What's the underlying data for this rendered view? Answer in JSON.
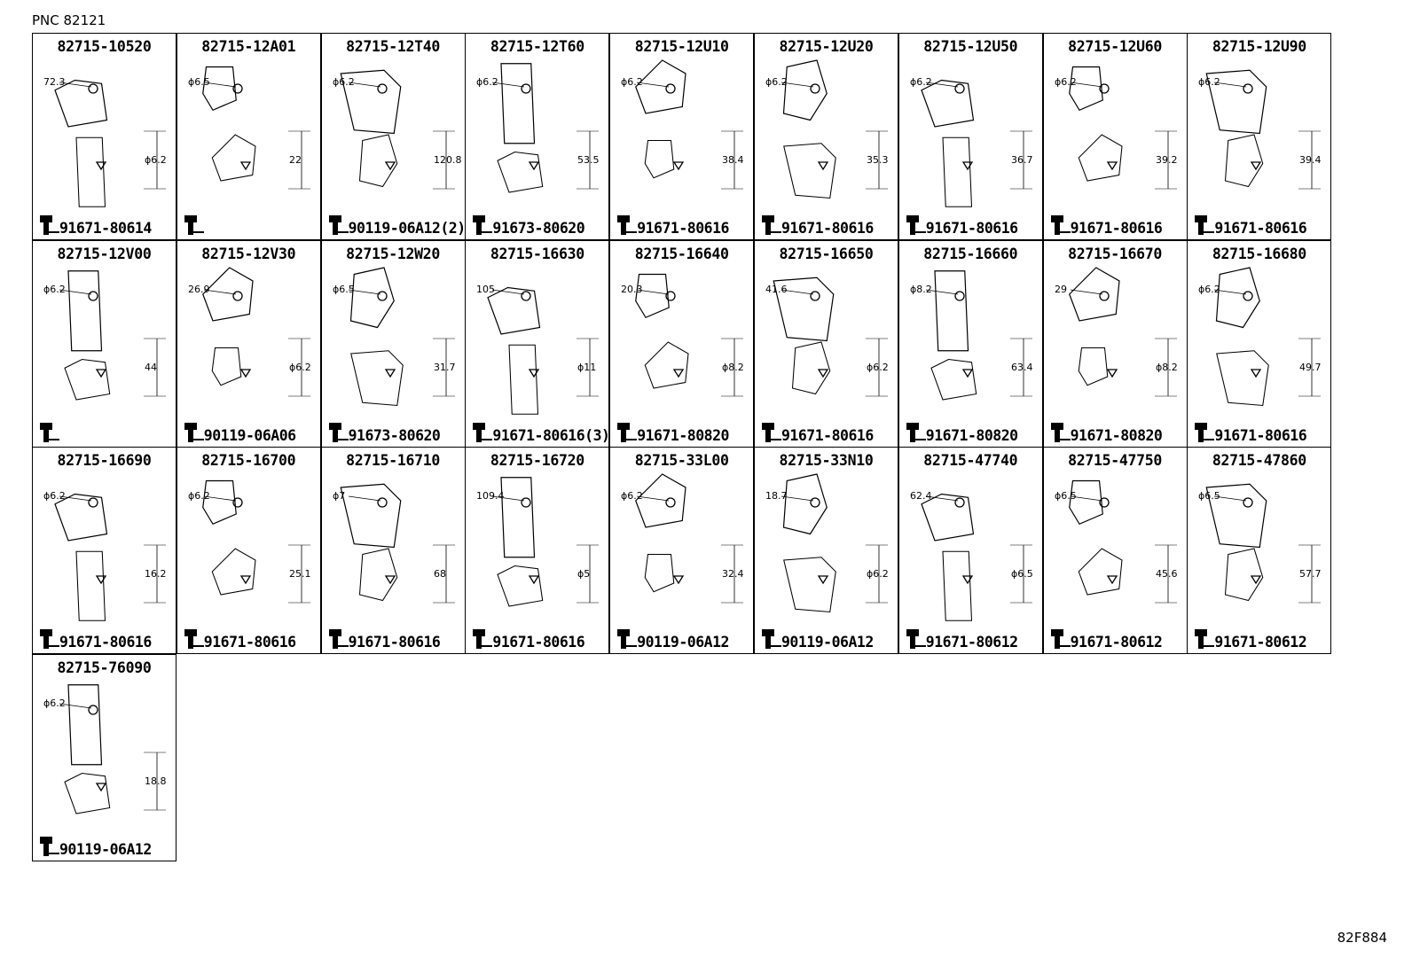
{
  "header": {
    "pnc": "PNC 82121"
  },
  "footer": {
    "figure_code": "82F884"
  },
  "cells": [
    {
      "part": "82715-10520",
      "bolt": "91671-80614",
      "dims": [
        "72.3",
        "ϕ6.2"
      ]
    },
    {
      "part": "82715-12A01",
      "bolt": "",
      "dims": [
        "ϕ6.5",
        "22"
      ]
    },
    {
      "part": "82715-12T40",
      "bolt": "90119-06A12(2)",
      "dims": [
        "ϕ6.2",
        "120.8"
      ]
    },
    {
      "part": "82715-12T60",
      "bolt": "91673-80620",
      "dims": [
        "ϕ6.2",
        "53.5"
      ]
    },
    {
      "part": "82715-12U10",
      "bolt": "91671-80616",
      "dims": [
        "ϕ6.2",
        "38.4"
      ]
    },
    {
      "part": "82715-12U20",
      "bolt": "91671-80616",
      "dims": [
        "ϕ6.2",
        "35.3"
      ]
    },
    {
      "part": "82715-12U50",
      "bolt": "91671-80616",
      "dims": [
        "ϕ6.2",
        "36.7"
      ]
    },
    {
      "part": "82715-12U60",
      "bolt": "91671-80616",
      "dims": [
        "ϕ6.2",
        "39.2"
      ]
    },
    {
      "part": "82715-12U90",
      "bolt": "91671-80616",
      "dims": [
        "ϕ6.2",
        "39.4"
      ]
    },
    {
      "part": "82715-12V00",
      "bolt": "",
      "dims": [
        "ϕ6.2",
        "44"
      ]
    },
    {
      "part": "82715-12V30",
      "bolt": "90119-06A06",
      "dims": [
        "26.9",
        "ϕ6.2"
      ]
    },
    {
      "part": "82715-12W20",
      "bolt": "91673-80620",
      "dims": [
        "ϕ6.5",
        "31.7"
      ]
    },
    {
      "part": "82715-16630",
      "bolt": "91671-80616(3)",
      "dims": [
        "105",
        "ϕ11"
      ]
    },
    {
      "part": "82715-16640",
      "bolt": "91671-80820",
      "dims": [
        "20.3",
        "ϕ8.2"
      ]
    },
    {
      "part": "82715-16650",
      "bolt": "91671-80616",
      "dims": [
        "41.6",
        "ϕ6.2"
      ]
    },
    {
      "part": "82715-16660",
      "bolt": "91671-80820",
      "dims": [
        "ϕ8.2",
        "63.4"
      ]
    },
    {
      "part": "82715-16670",
      "bolt": "91671-80820",
      "dims": [
        "29",
        "ϕ8.2"
      ]
    },
    {
      "part": "82715-16680",
      "bolt": "91671-80616",
      "dims": [
        "ϕ6.2",
        "49.7"
      ]
    },
    {
      "part": "82715-16690",
      "bolt": "91671-80616",
      "dims": [
        "ϕ6.2",
        "16.2"
      ]
    },
    {
      "part": "82715-16700",
      "bolt": "91671-80616",
      "dims": [
        "ϕ6.2",
        "25.1"
      ]
    },
    {
      "part": "82715-16710",
      "bolt": "91671-80616",
      "dims": [
        "ϕ7",
        "68"
      ]
    },
    {
      "part": "82715-16720",
      "bolt": "91671-80616",
      "dims": [
        "109.4",
        "ϕ5"
      ]
    },
    {
      "part": "82715-33L00",
      "bolt": "90119-06A12",
      "dims": [
        "ϕ6.2",
        "32.4"
      ]
    },
    {
      "part": "82715-33N10",
      "bolt": "90119-06A12",
      "dims": [
        "18.7",
        "ϕ6.2"
      ]
    },
    {
      "part": "82715-47740",
      "bolt": "91671-80612",
      "dims": [
        "62.4",
        "ϕ6.5"
      ]
    },
    {
      "part": "82715-47750",
      "bolt": "91671-80612",
      "dims": [
        "ϕ6.5",
        "45.6"
      ]
    },
    {
      "part": "82715-47860",
      "bolt": "91671-80612",
      "dims": [
        "ϕ6.5",
        "57.7"
      ]
    },
    {
      "part": "82715-76090",
      "bolt": "90119-06A12",
      "dims": [
        "ϕ6.2",
        "18.8"
      ]
    }
  ]
}
